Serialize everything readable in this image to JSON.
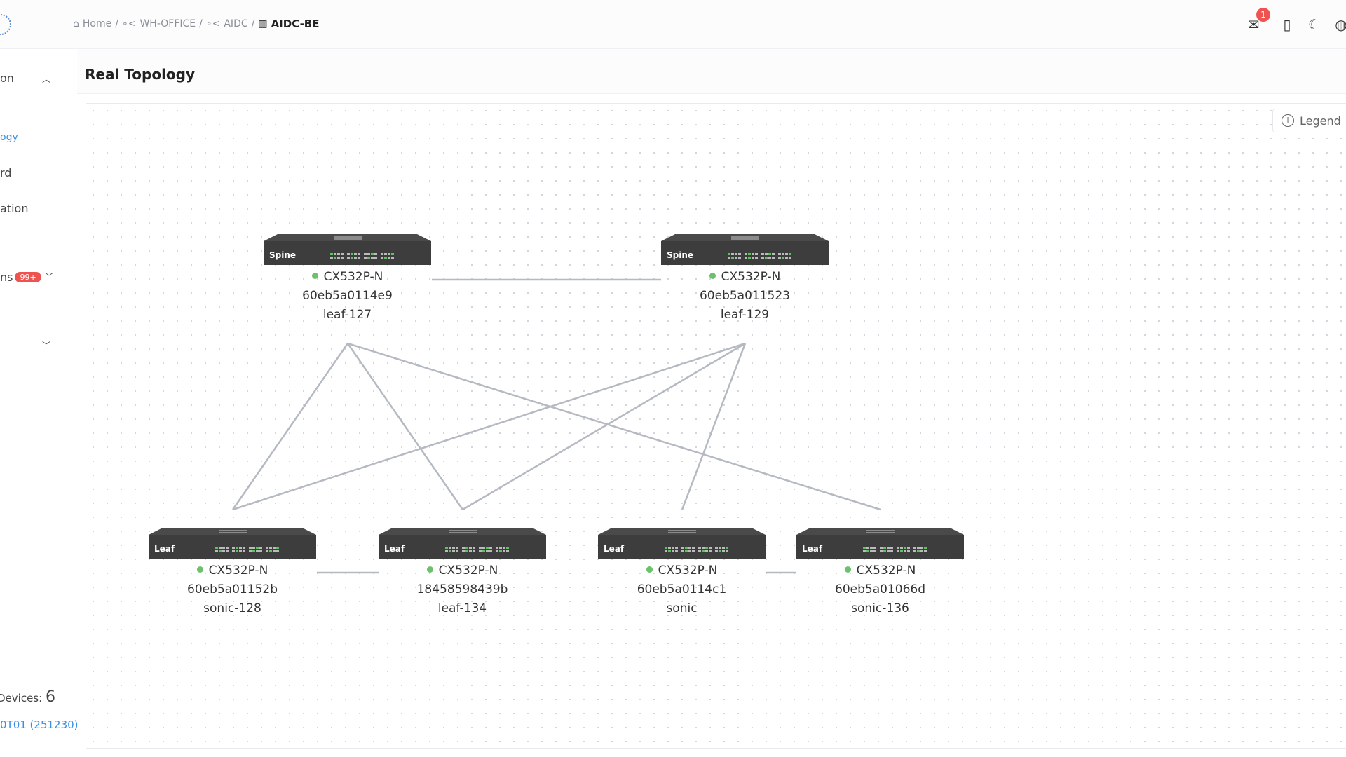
{
  "header": {
    "breadcrumb": [
      {
        "label": "Home",
        "icon": "home-icon"
      },
      {
        "label": "WH-OFFICE",
        "icon": "topology-icon"
      },
      {
        "label": "AIDC",
        "icon": "topology-icon"
      },
      {
        "label": "AIDC-BE",
        "icon": "building-icon"
      }
    ],
    "separator": "/",
    "mail_badge": "1",
    "icons": [
      "mail-icon",
      "map-icon",
      "moon-icon",
      "globe-icon"
    ]
  },
  "sidebar": {
    "items": [
      {
        "label": "on"
      },
      {
        "label": "ogy",
        "active": true
      },
      {
        "label": "rd"
      },
      {
        "label": "ation"
      },
      {
        "label": "ns",
        "badge": "99+"
      }
    ],
    "devices_label": "Devices:",
    "devices_count": "6",
    "version": "0T01 (251230)"
  },
  "main": {
    "title": "Real Topology",
    "legend_label": "Legend"
  },
  "colors": {
    "accent": "#3a8ee6",
    "badge": "#ef5350",
    "online": "#6cc26c",
    "link": "#b4b9c2",
    "device": "#3d3d3d"
  },
  "nodes": [
    {
      "role": "Spine",
      "model": "CX532P-N",
      "id": "60eb5a0114e9",
      "name": "leaf-127",
      "status": "online"
    },
    {
      "role": "Spine",
      "model": "CX532P-N",
      "id": "60eb5a011523",
      "name": "leaf-129",
      "status": "online"
    },
    {
      "role": "Leaf",
      "model": "CX532P-N",
      "id": "60eb5a01152b",
      "name": "sonic-128",
      "status": "online"
    },
    {
      "role": "Leaf",
      "model": "CX532P-N",
      "id": "18458598439b",
      "name": "leaf-134",
      "status": "online"
    },
    {
      "role": "Leaf",
      "model": "CX532P-N",
      "id": "60eb5a0114c1",
      "name": "sonic",
      "status": "online"
    },
    {
      "role": "Leaf",
      "model": "CX532P-N",
      "id": "60eb5a01066d",
      "name": "sonic-136",
      "status": "online"
    }
  ],
  "links": [
    [
      0,
      1
    ],
    [
      0,
      2
    ],
    [
      0,
      3
    ],
    [
      0,
      5
    ],
    [
      1,
      2
    ],
    [
      1,
      3
    ],
    [
      1,
      4
    ],
    [
      2,
      3
    ],
    [
      4,
      5
    ]
  ]
}
